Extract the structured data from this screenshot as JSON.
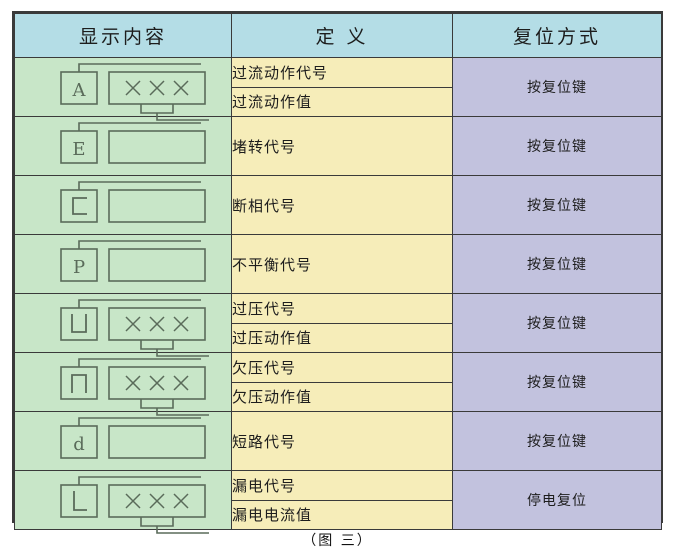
{
  "figure": {
    "caption": "（图 三）"
  },
  "colors": {
    "header_bg": "#b4dde6",
    "display_col_bg": "#c8e6c8",
    "definition_col_bg": "#f6edb9",
    "reset_col_bg": "#c2c2de",
    "border": "#3a3a3a",
    "glyph_stroke": "#5a6b5a",
    "text": "#1d1d1d"
  },
  "table": {
    "headers": [
      "显示内容",
      "定 义",
      "复位方式"
    ],
    "rows": [
      {
        "display": {
          "code_char": "A",
          "value_box": "× × ×",
          "has_value": true,
          "bottom_connector": true
        },
        "definitions": [
          "过流动作代号",
          "过流动作值"
        ],
        "reset": "按复位键"
      },
      {
        "display": {
          "code_char": "E",
          "value_box": "",
          "has_value": false,
          "bottom_connector": false
        },
        "definitions": [
          "堵转代号"
        ],
        "reset": "按复位键"
      },
      {
        "display": {
          "code_char": "⊏",
          "value_box": "",
          "has_value": false,
          "bottom_connector": false
        },
        "definitions": [
          "断相代号"
        ],
        "reset": "按复位键"
      },
      {
        "display": {
          "code_char": "P",
          "value_box": "",
          "has_value": false,
          "bottom_connector": false
        },
        "definitions": [
          "不平衡代号"
        ],
        "reset": "按复位键"
      },
      {
        "display": {
          "code_char": "⊔",
          "value_box": "× × ×",
          "has_value": true,
          "bottom_connector": true
        },
        "definitions": [
          "过压代号",
          "过压动作值"
        ],
        "reset": "按复位键"
      },
      {
        "display": {
          "code_char": "⊓",
          "value_box": "× × ×",
          "has_value": true,
          "bottom_connector": true
        },
        "definitions": [
          "欠压代号",
          "欠压动作值"
        ],
        "reset": "按复位键"
      },
      {
        "display": {
          "code_char": "d",
          "value_box": "",
          "has_value": false,
          "bottom_connector": false
        },
        "definitions": [
          "短路代号"
        ],
        "reset": "按复位键"
      },
      {
        "display": {
          "code_char": "L",
          "value_box": "× × ×",
          "has_value": true,
          "bottom_connector": true
        },
        "definitions": [
          "漏电代号",
          "漏电电流值"
        ],
        "reset": "停电复位"
      }
    ]
  }
}
